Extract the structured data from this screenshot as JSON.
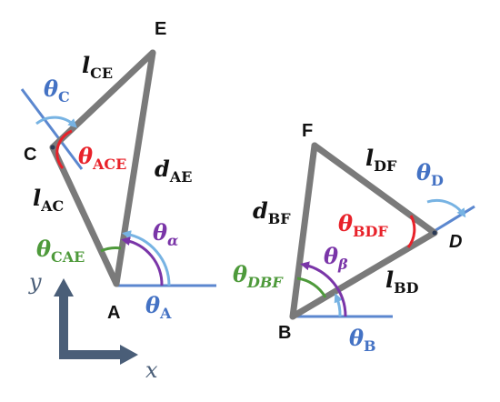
{
  "colors": {
    "link": "#7a7a7a",
    "ground": "#5b87cf",
    "arc_blue": "#77b3e3",
    "arc_purple": "#7a35a8",
    "arc_green": "#4e9a3b",
    "arc_red": "#e8222a",
    "axis": "#4a5e78",
    "label_dark": "#111111",
    "label_blue": "#4472c4"
  },
  "points": {
    "A": "A",
    "C": "C",
    "E": "E",
    "F": "F",
    "B": "B",
    "D": "D"
  },
  "labels": {
    "theta_C": {
      "sym": "θ",
      "sub": "C"
    },
    "l_CE": {
      "sym": "l",
      "sub": "CE"
    },
    "theta_ACE": {
      "sym": "θ",
      "sub": "ACE"
    },
    "d_AE": {
      "sym": "d",
      "sub": "AE"
    },
    "l_AC": {
      "sym": "l",
      "sub": "AC"
    },
    "theta_CAE": {
      "sym": "θ",
      "sub": "CAE"
    },
    "theta_alpha": {
      "sym": "θ",
      "sub": "α"
    },
    "theta_A": {
      "sym": "θ",
      "sub": "A"
    },
    "l_DF": {
      "sym": "l",
      "sub": "DF"
    },
    "theta_D": {
      "sym": "θ",
      "sub": "D"
    },
    "d_BF": {
      "sym": "d",
      "sub": "BF"
    },
    "theta_BDF": {
      "sym": "θ",
      "sub": "BDF"
    },
    "theta_beta": {
      "sym": "θ",
      "sub": "β"
    },
    "theta_DBF": {
      "sym": "θ",
      "sub": "DBF"
    },
    "l_BD": {
      "sym": "l",
      "sub": "BD"
    },
    "theta_B": {
      "sym": "θ",
      "sub": "B"
    }
  },
  "axes": {
    "x": "x",
    "y": "y"
  }
}
